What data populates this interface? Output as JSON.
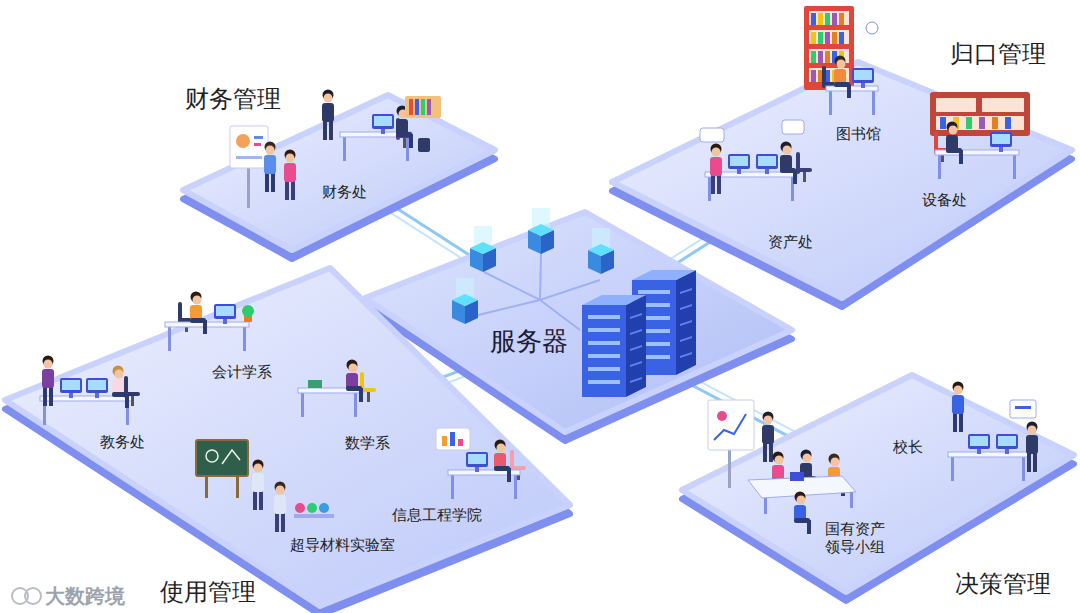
{
  "diagram": {
    "nodes": [
      {
        "text": [
          "财务管理",
          "财务处"
        ]
      },
      {
        "text": [
          "归口管理",
          "图书馆",
          "设备处",
          "资产处"
        ]
      },
      {
        "text": [
          "服务器"
        ]
      },
      {
        "text": [
          "使用管理",
          "会计学系",
          "教务处",
          "数学系",
          "信息工程学院",
          "超导材料实验室"
        ]
      },
      {
        "text": [
          "决策管理",
          "校长",
          "国有资产 领导小组"
        ]
      }
    ],
    "edges": [
      {
        "from": 2,
        "to": 0,
        "arrow": "none"
      },
      {
        "from": 2,
        "to": 1,
        "arrow": "none"
      },
      {
        "from": 2,
        "to": 3,
        "arrow": "none"
      },
      {
        "from": 2,
        "to": 4,
        "arrow": "none"
      }
    ],
    "labels": [
      "大数跨境"
    ]
  }
}
